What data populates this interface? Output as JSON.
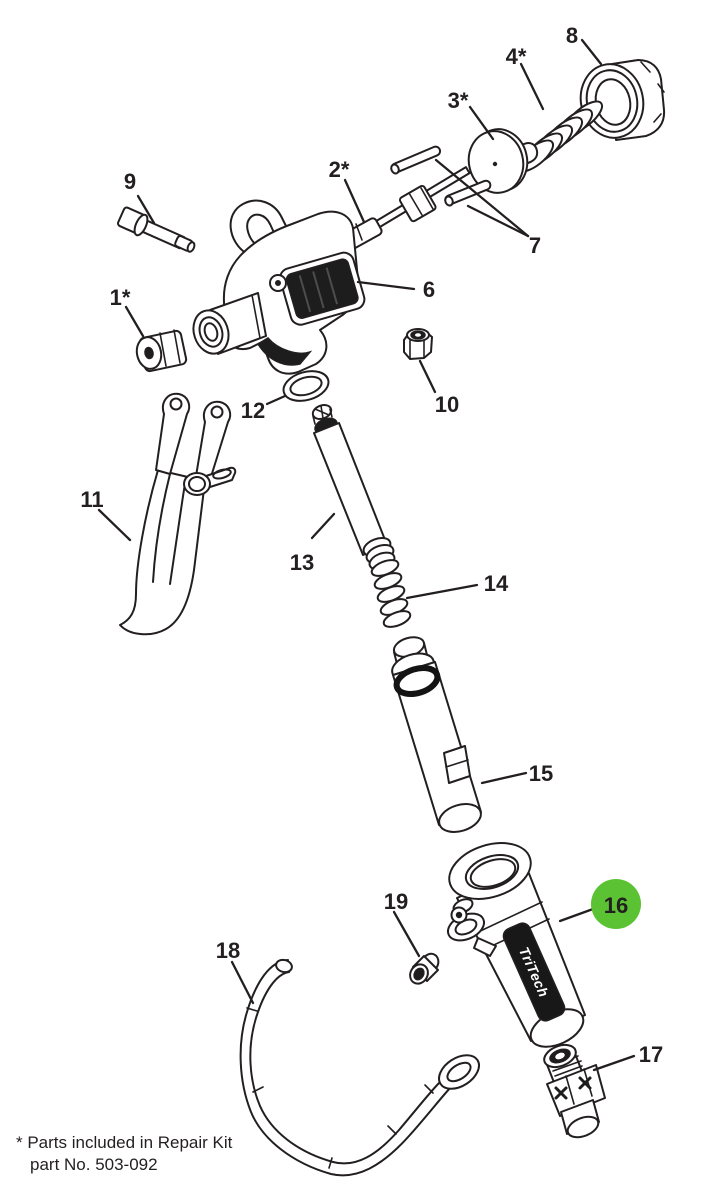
{
  "diagram": {
    "footnote": {
      "line1": "* Parts included in Repair Kit",
      "line2": "part No. 503-092"
    },
    "brand_label": "TriTech",
    "colors": {
      "line": "#231f20",
      "highlight_green": "#5bc234",
      "background": "#ffffff"
    },
    "callouts": [
      {
        "part": "1",
        "label": "1*"
      },
      {
        "part": "2",
        "label": "2*"
      },
      {
        "part": "3",
        "label": "3*"
      },
      {
        "part": "4",
        "label": "4*"
      },
      {
        "part": "6",
        "label": "6"
      },
      {
        "part": "7",
        "label": "7"
      },
      {
        "part": "8",
        "label": "8"
      },
      {
        "part": "9",
        "label": "9"
      },
      {
        "part": "10",
        "label": "10"
      },
      {
        "part": "11",
        "label": "11"
      },
      {
        "part": "12",
        "label": "12"
      },
      {
        "part": "13",
        "label": "13"
      },
      {
        "part": "14",
        "label": "14"
      },
      {
        "part": "15",
        "label": "15"
      },
      {
        "part": "16",
        "label": "16",
        "highlighted": true
      },
      {
        "part": "17",
        "label": "17"
      },
      {
        "part": "18",
        "label": "18"
      },
      {
        "part": "19",
        "label": "19"
      }
    ]
  }
}
